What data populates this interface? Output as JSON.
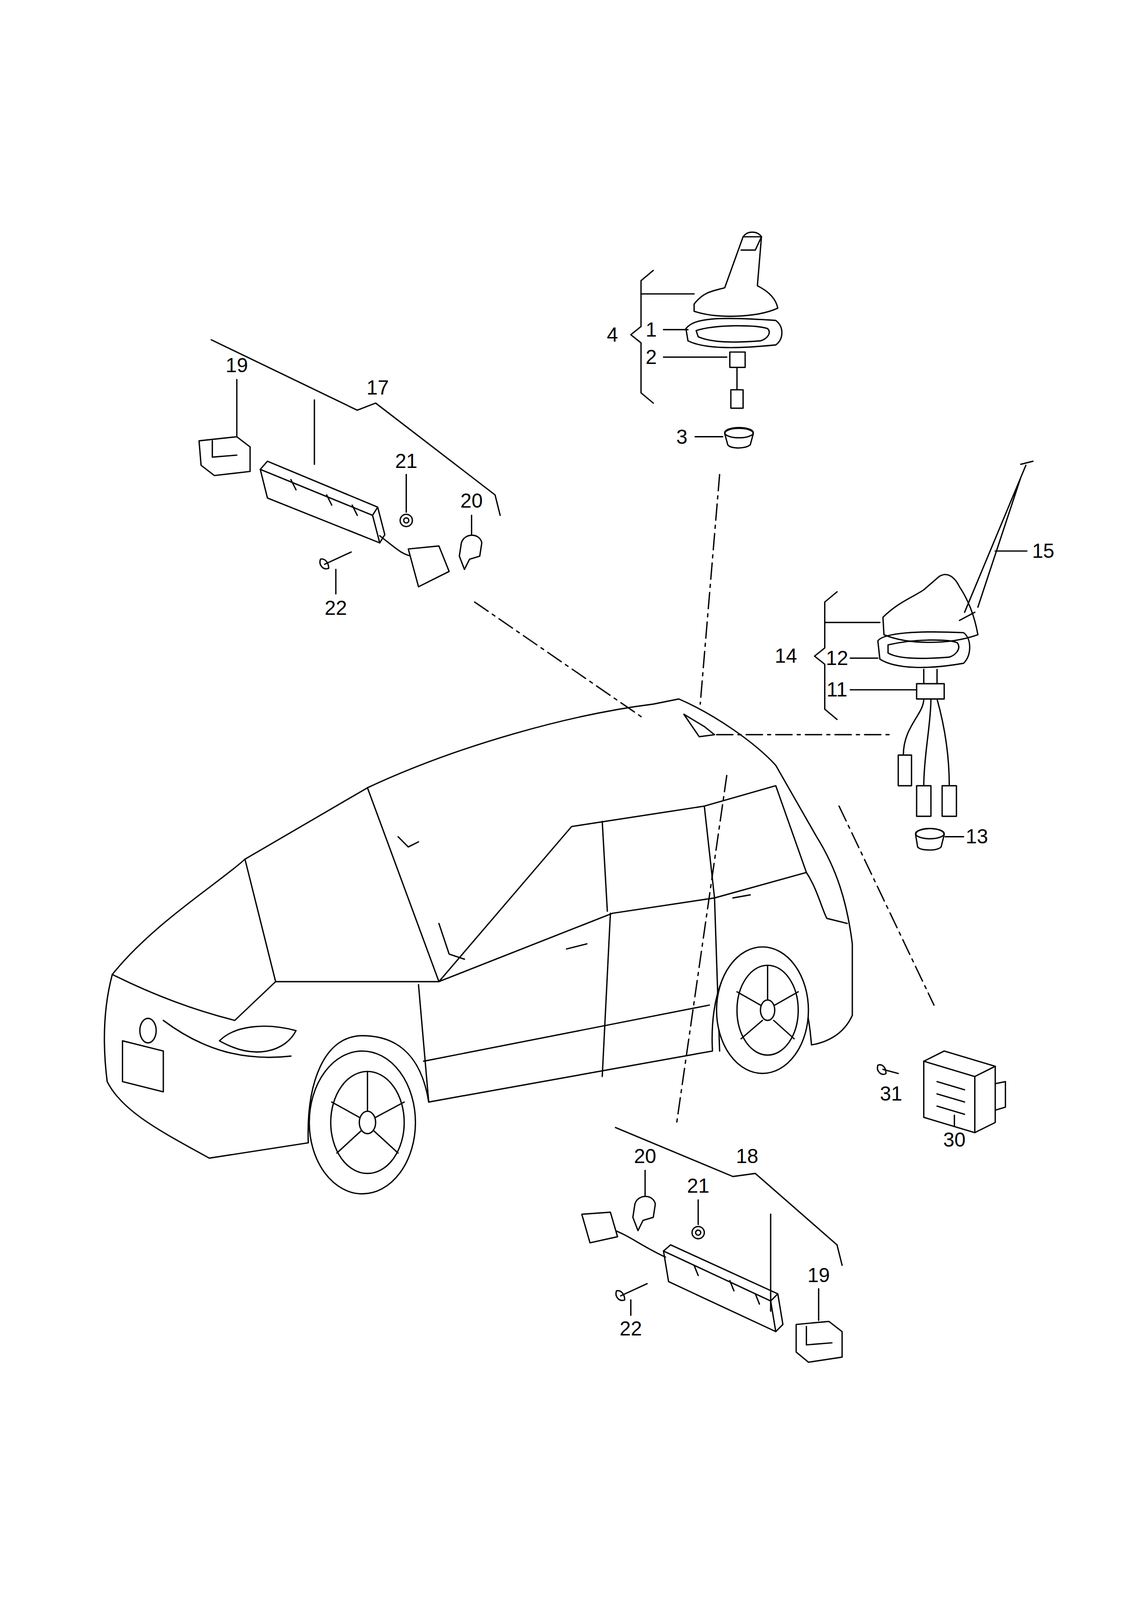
{
  "diagram": {
    "labels": [
      "4",
      "1",
      "2",
      "3",
      "19",
      "17",
      "21",
      "20",
      "22",
      "15",
      "14",
      "12",
      "11",
      "13",
      "31",
      "30",
      "20",
      "18",
      "21",
      "22",
      "19"
    ]
  }
}
